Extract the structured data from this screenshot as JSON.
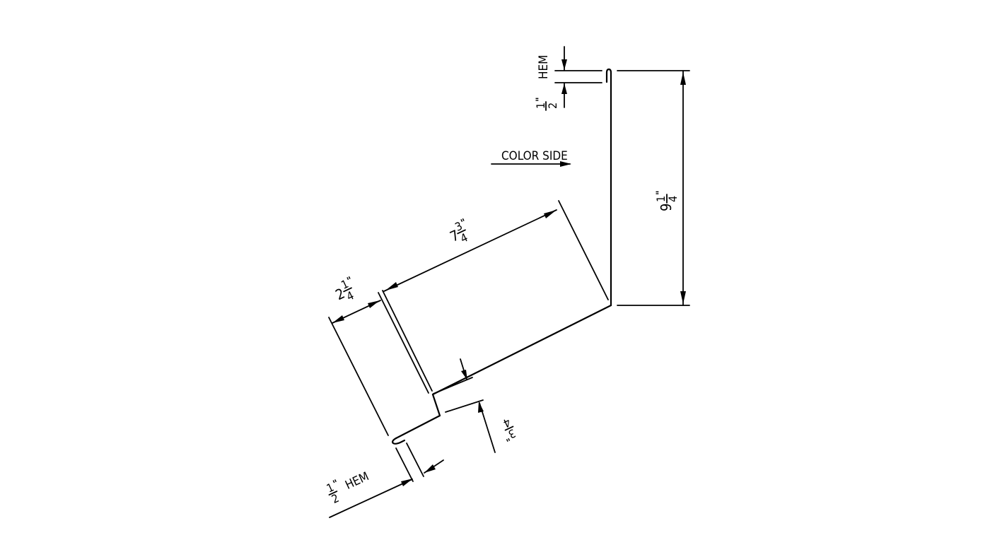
{
  "drawing": {
    "title": "Flashing profile",
    "line_color": "#000000",
    "background": "#ffffff",
    "annotations": {
      "color_side": {
        "text": "COLOR SIDE"
      },
      "top_hem": {
        "numerator": "1",
        "denominator": "2",
        "unit": "\"",
        "suffix": "HEM"
      },
      "bottom_hem": {
        "numerator": "1",
        "denominator": "2",
        "unit": "\"",
        "suffix": "HEM"
      },
      "vertical_leg": {
        "whole": "9",
        "numerator": "1",
        "denominator": "4",
        "unit": "\""
      },
      "sloped_leg": {
        "whole": "7",
        "numerator": "3",
        "denominator": "4",
        "unit": "\""
      },
      "outer_leg": {
        "whole": "2",
        "numerator": "1",
        "denominator": "4",
        "unit": "\""
      },
      "step": {
        "numerator": "3",
        "denominator": "4",
        "unit": "\""
      }
    }
  }
}
